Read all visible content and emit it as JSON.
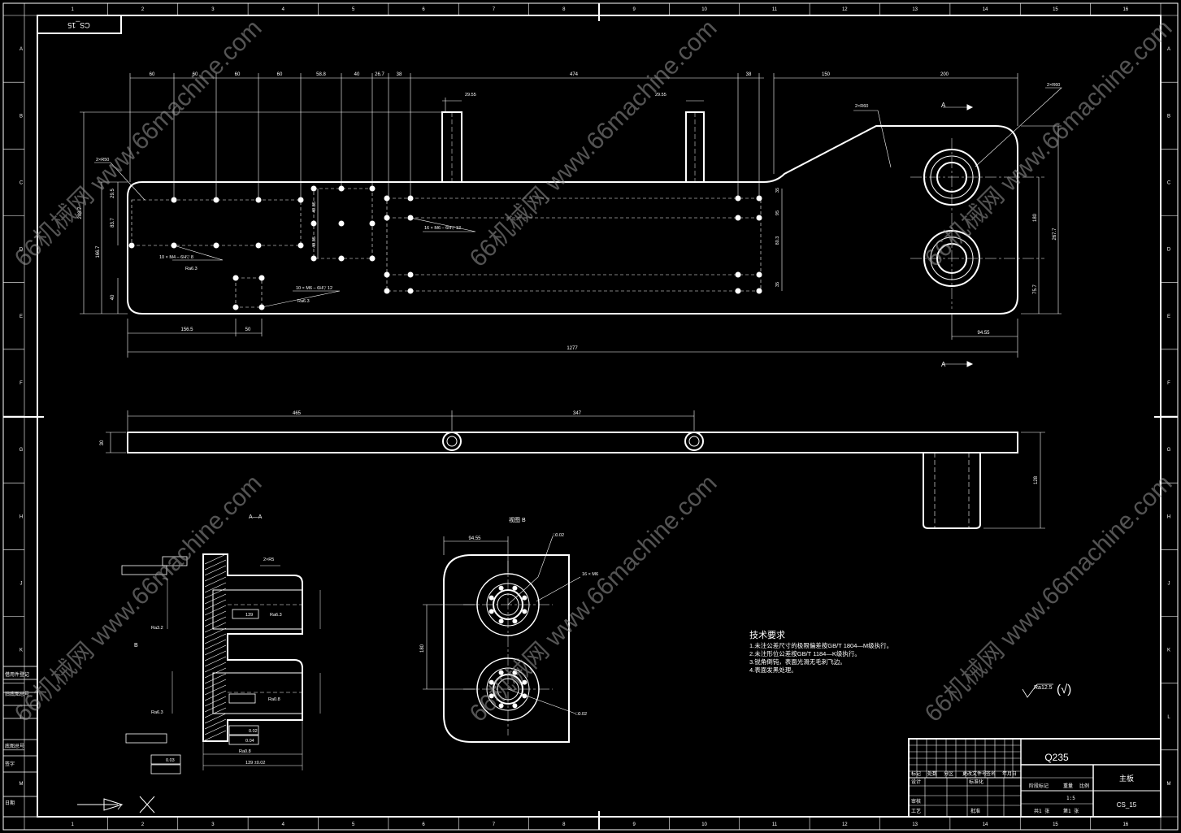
{
  "sheet": {
    "drawing_code": "CS_15",
    "title_block_code": "CS_15",
    "part_name": "主板",
    "material": "Q235",
    "sheet_count": "共1 张",
    "sheet_index": "第1 张",
    "scale_label": "比例",
    "weight_label": "重量",
    "stage_label": "阶段标记",
    "scale_value": "1:5",
    "col_numbers": [
      "1",
      "2",
      "3",
      "4",
      "5",
      "6",
      "7",
      "8",
      "9",
      "10",
      "11",
      "12",
      "13",
      "14",
      "15",
      "16"
    ],
    "row_letters": [
      "A",
      "B",
      "C",
      "D",
      "E",
      "F",
      "G",
      "H",
      "J",
      "K",
      "L",
      "M"
    ],
    "tb_labels": [
      "标记",
      "处数",
      "分区",
      "更改文件号",
      "签名",
      "年月日",
      "设计",
      "标准化",
      "审核",
      "工艺",
      "批准"
    ],
    "left_strip": [
      "借用件登记",
      "旧底图总号",
      "底图总号",
      "签字",
      "日期"
    ]
  },
  "tech_requirements": {
    "heading": "技术要求",
    "items": [
      "1.未注公差尺寸的极限偏差按GB/T 1804—M级执行。",
      "2.未注形位公差按GB/T 1184—K级执行。",
      "3.锐角倒钝，表面光滑无毛刺飞边。",
      "4.表面发黑处理。"
    ],
    "roughness_note": "Ra12.5",
    "roughness_other": "(√)"
  },
  "views": {
    "section_label": "A—A",
    "view_b_label": "视图 B",
    "section_marker": "A",
    "view_b_marker": "B"
  },
  "dims": {
    "top_chain": [
      "60",
      "60",
      "60",
      "60",
      "58.8",
      "40",
      "26.7",
      "38",
      "474",
      "38",
      "150",
      "200"
    ],
    "overall_length": "1277",
    "left_heights": [
      "288.7",
      "166.7",
      "83.7",
      "40",
      "29.5"
    ],
    "right_heights": [
      "180",
      "267.7",
      "75.7",
      "94.55"
    ],
    "bottom_left": [
      "156.5",
      "50"
    ],
    "side_view": [
      "465",
      "347",
      "30",
      "128"
    ],
    "callouts": [
      "2×R50",
      "2×R60",
      "2×R60",
      "10 × M4 – 6H▽ 8",
      "10 × M6 – 6H▽ 12",
      "16 × M6 – 6H▽ 12",
      "Ra6.3",
      "Ra6.3",
      "29.55",
      "29.55"
    ],
    "view_b": [
      "94.55",
      "180",
      "16 × M6",
      "□0.02",
      "□0.02"
    ],
    "section": [
      "2×R5",
      "Ra3.2",
      "Ra6.3",
      "Ra6.3",
      "Ra0.8",
      "Ra0.8",
      "139 ±0.02",
      "139",
      "0.02",
      "0.04",
      "0.03"
    ],
    "inner_chain": [
      "49.85",
      "49.85",
      "80.3",
      "35",
      "95",
      "35"
    ]
  },
  "watermark": "66机械网 www.66machine.com"
}
